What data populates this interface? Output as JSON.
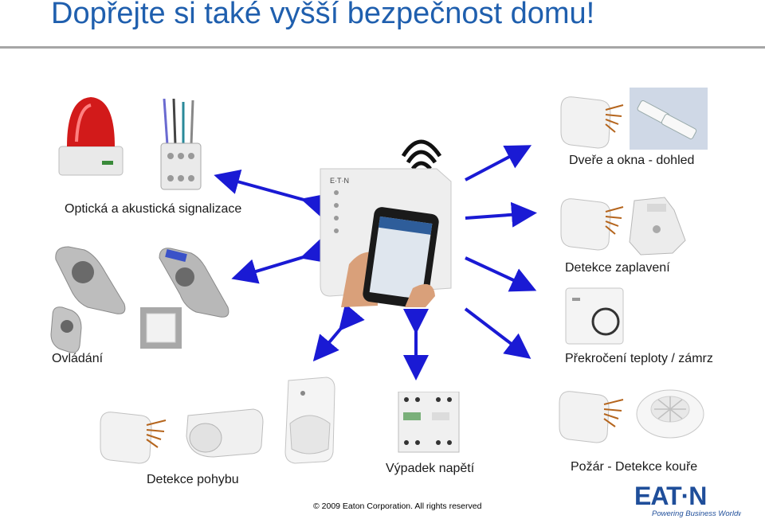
{
  "title": "Dopřejte si také vyšší bezpečnost domu!",
  "labels": {
    "signal": "Optická a akustická signalizace",
    "doors": "Dveře a okna - dohled",
    "flood": "Detekce zaplavení",
    "control": "Ovládání",
    "temp": "Překročení teploty / zámrz",
    "motion": "Detekce pohybu",
    "power": "Výpadek napětí",
    "fire": "Požár - Detekce kouře"
  },
  "footer": {
    "copyright": "© 2009 Eaton Corporation. All rights reserved"
  },
  "logo": {
    "brand": "EATON",
    "tagline": "Powering Business Worldwide"
  },
  "colors": {
    "title": "#1f5fae",
    "arrow": "#1a1ad4",
    "brand": "#1f4e9a"
  }
}
